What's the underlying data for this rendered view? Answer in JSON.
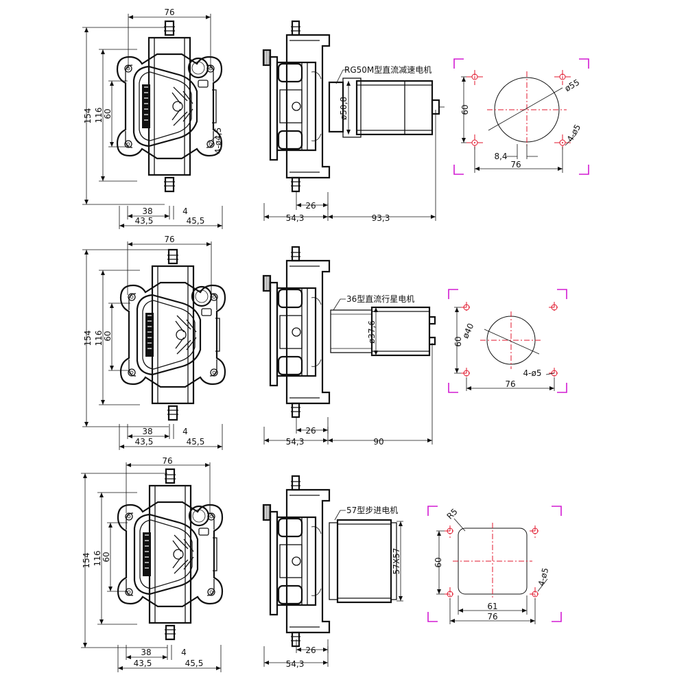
{
  "pumps": [
    {
      "front": {
        "width": "76",
        "height_total": "154",
        "height_mid": "116",
        "height_inner": "60",
        "hole_label": "4-ø4,5",
        "left_offset": "38",
        "gap": "4",
        "left_total": "43,5",
        "right_total": "45,5"
      },
      "side": {
        "motor_label": "RG50M型直流减速电机",
        "motor_dia": "ø50,8",
        "tube_offset": "26",
        "head_depth": "54,3",
        "motor_len": "93,3"
      },
      "mount": {
        "circle_dia": "ø55",
        "holes": "4-ø5",
        "vertical": "60",
        "offset": "8,4",
        "horizontal": "76"
      }
    },
    {
      "front": {
        "width": "76",
        "height_total": "154",
        "height_mid": "116",
        "height_inner": "60",
        "left_offset": "38",
        "gap": "4",
        "left_total": "43,5",
        "right_total": "45,5"
      },
      "side": {
        "motor_label": "36型直流行星电机",
        "motor_dia": "ø37,6",
        "tube_offset": "26",
        "head_depth": "54,3",
        "motor_len": "90"
      },
      "mount": {
        "circle_dia": "ø40",
        "holes": "4-ø5",
        "vertical": "60",
        "horizontal": "76"
      }
    },
    {
      "front": {
        "width": "76",
        "height_total": "154",
        "height_mid": "116",
        "height_inner": "60",
        "left_offset": "38",
        "gap": "4",
        "left_total": "43,5",
        "right_total": "45,5"
      },
      "side": {
        "motor_label": "57型步进电机",
        "motor_size": "57X57",
        "tube_offset": "26",
        "head_depth": "54,3"
      },
      "mount": {
        "radius": "R5",
        "holes": "4-ø5",
        "vertical": "60",
        "inner_w": "61",
        "horizontal": "76"
      }
    }
  ]
}
